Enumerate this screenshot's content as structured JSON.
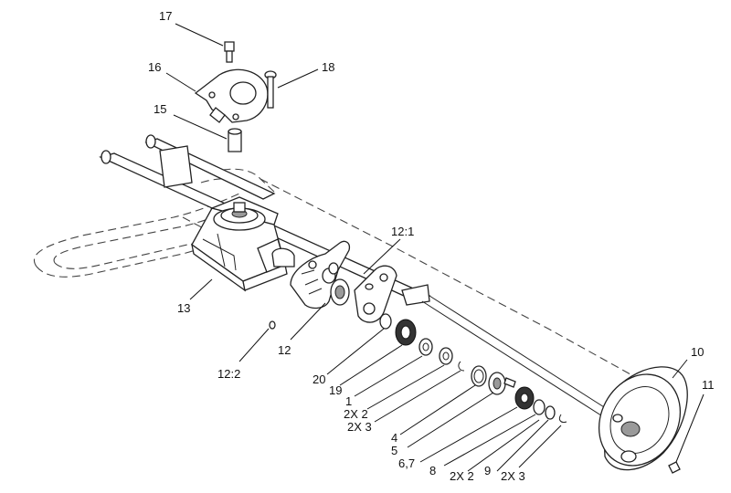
{
  "callouts": [
    {
      "id": "c17",
      "text": "17"
    },
    {
      "id": "c16",
      "text": "16"
    },
    {
      "id": "c18",
      "text": "18"
    },
    {
      "id": "c15",
      "text": "15"
    },
    {
      "id": "c13",
      "text": "13"
    },
    {
      "id": "c12_1",
      "text": "12:1"
    },
    {
      "id": "c12",
      "text": "12"
    },
    {
      "id": "c12_2",
      "text": "12:2"
    },
    {
      "id": "c20",
      "text": "20"
    },
    {
      "id": "c19",
      "text": "19"
    },
    {
      "id": "c1",
      "text": "1"
    },
    {
      "id": "c2x2a",
      "text": "2X 2"
    },
    {
      "id": "c2x3a",
      "text": "2X 3"
    },
    {
      "id": "c4",
      "text": "4"
    },
    {
      "id": "c5",
      "text": "5"
    },
    {
      "id": "c67",
      "text": "6,7"
    },
    {
      "id": "c8",
      "text": "8"
    },
    {
      "id": "c2x2b",
      "text": "2X 2"
    },
    {
      "id": "c9",
      "text": "9"
    },
    {
      "id": "c2x3b",
      "text": "2X 3"
    },
    {
      "id": "c10",
      "text": "10"
    },
    {
      "id": "c11",
      "text": "11"
    }
  ]
}
